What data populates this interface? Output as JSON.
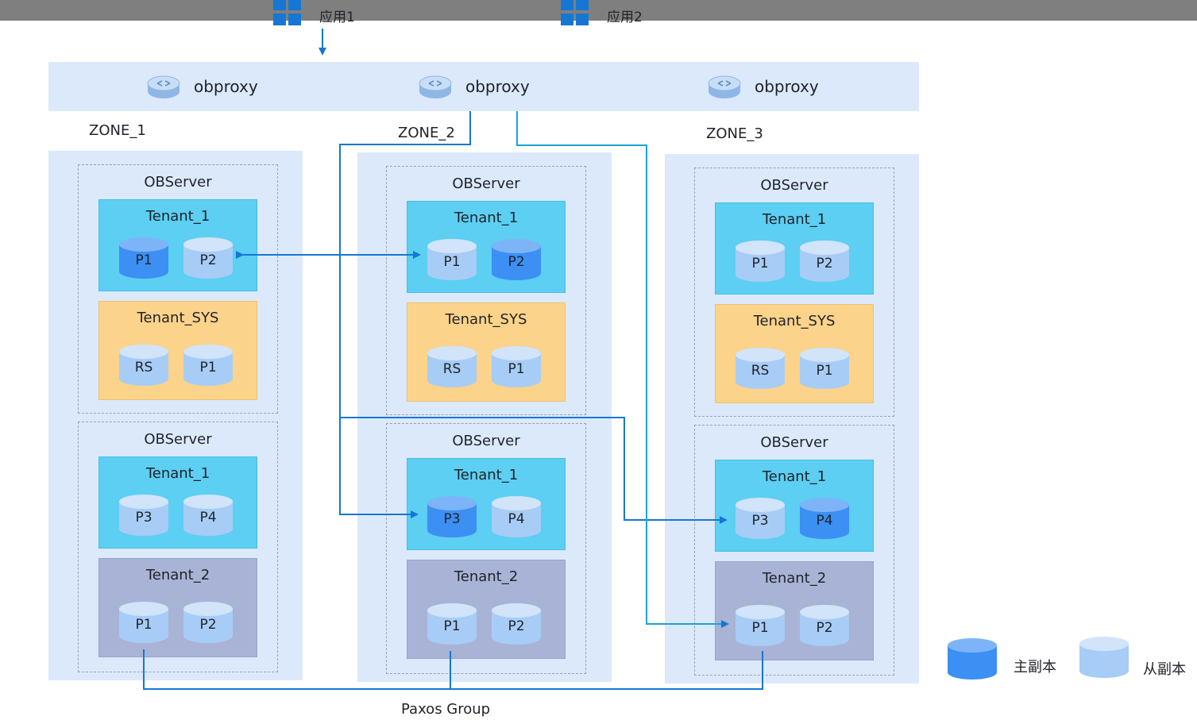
{
  "apps": [
    {
      "label": "应用1"
    },
    {
      "label": "应用2"
    }
  ],
  "proxies": [
    "obproxy",
    "obproxy",
    "obproxy"
  ],
  "zones": [
    {
      "label": "ZONE_1",
      "servers": [
        {
          "title": "OBServer",
          "tenants": [
            {
              "name": "Tenant_1",
              "kind": "t1",
              "replicas": [
                {
                  "label": "P1",
                  "role": "leader"
                },
                {
                  "label": "P2",
                  "role": "follower"
                }
              ]
            },
            {
              "name": "Tenant_SYS",
              "kind": "sys",
              "replicas": [
                {
                  "label": "RS",
                  "role": "follower"
                },
                {
                  "label": "P1",
                  "role": "follower"
                }
              ]
            }
          ]
        },
        {
          "title": "OBServer",
          "tenants": [
            {
              "name": "Tenant_1",
              "kind": "t1",
              "replicas": [
                {
                  "label": "P3",
                  "role": "follower"
                },
                {
                  "label": "P4",
                  "role": "follower"
                }
              ]
            },
            {
              "name": "Tenant_2",
              "kind": "t2",
              "replicas": [
                {
                  "label": "P1",
                  "role": "follower"
                },
                {
                  "label": "P2",
                  "role": "follower"
                }
              ]
            }
          ]
        }
      ]
    },
    {
      "label": "ZONE_2",
      "servers": [
        {
          "title": "OBServer",
          "tenants": [
            {
              "name": "Tenant_1",
              "kind": "t1",
              "replicas": [
                {
                  "label": "P1",
                  "role": "follower"
                },
                {
                  "label": "P2",
                  "role": "leader"
                }
              ]
            },
            {
              "name": "Tenant_SYS",
              "kind": "sys",
              "replicas": [
                {
                  "label": "RS",
                  "role": "follower"
                },
                {
                  "label": "P1",
                  "role": "follower"
                }
              ]
            }
          ]
        },
        {
          "title": "OBServer",
          "tenants": [
            {
              "name": "Tenant_1",
              "kind": "t1",
              "replicas": [
                {
                  "label": "P3",
                  "role": "leader"
                },
                {
                  "label": "P4",
                  "role": "follower"
                }
              ]
            },
            {
              "name": "Tenant_2",
              "kind": "t2",
              "replicas": [
                {
                  "label": "P1",
                  "role": "follower"
                },
                {
                  "label": "P2",
                  "role": "follower"
                }
              ]
            }
          ]
        }
      ]
    },
    {
      "label": "ZONE_3",
      "servers": [
        {
          "title": "OBServer",
          "tenants": [
            {
              "name": "Tenant_1",
              "kind": "t1",
              "replicas": [
                {
                  "label": "P1",
                  "role": "follower"
                },
                {
                  "label": "P2",
                  "role": "follower"
                }
              ]
            },
            {
              "name": "Tenant_SYS",
              "kind": "sys",
              "replicas": [
                {
                  "label": "RS",
                  "role": "follower"
                },
                {
                  "label": "P1",
                  "role": "follower"
                }
              ]
            }
          ]
        },
        {
          "title": "OBServer",
          "tenants": [
            {
              "name": "Tenant_1",
              "kind": "t1",
              "replicas": [
                {
                  "label": "P3",
                  "role": "follower"
                },
                {
                  "label": "P4",
                  "role": "leader"
                }
              ]
            },
            {
              "name": "Tenant_2",
              "kind": "t2",
              "replicas": [
                {
                  "label": "P1",
                  "role": "follower"
                },
                {
                  "label": "P2",
                  "role": "follower"
                }
              ]
            }
          ]
        }
      ]
    }
  ],
  "paxos_label": "Paxos Group",
  "legend": {
    "leader": "主副本",
    "follower": "从副本"
  },
  "colors": {
    "leader": "#3c8ff3",
    "follower": "#a7ccf6",
    "tenant_1": "#5ccff3",
    "tenant_sys": "#fbd38a",
    "tenant_2": "#a9b3d6",
    "zone_bg": "#dce9fb",
    "line": "#1677d2"
  }
}
